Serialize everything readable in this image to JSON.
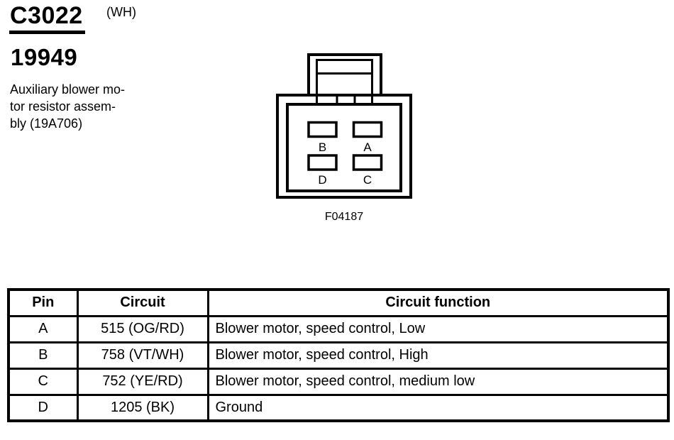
{
  "header": {
    "connector_id": "C3022",
    "color_code": "(WH)",
    "part_number": "19949",
    "description": "Auxiliary blower mo-\ntor resistor assem-\nbly (19A706)"
  },
  "diagram": {
    "figure_caption": "F04187",
    "pins": {
      "top_left": "B",
      "top_right": "A",
      "bottom_left": "D",
      "bottom_right": "C"
    }
  },
  "table": {
    "headers": [
      "Pin",
      "Circuit",
      "Circuit function"
    ],
    "rows": [
      {
        "pin": "A",
        "circuit": "515 (OG/RD)",
        "function": "Blower motor, speed control, Low"
      },
      {
        "pin": "B",
        "circuit": "758 (VT/WH)",
        "function": "Blower motor, speed control, High"
      },
      {
        "pin": "C",
        "circuit": "752 (YE/RD)",
        "function": "Blower motor, speed control, medium low"
      },
      {
        "pin": "D",
        "circuit": "1205 (BK)",
        "function": "Ground"
      }
    ]
  },
  "colors": {
    "ink": "#000000",
    "paper": "#ffffff"
  }
}
